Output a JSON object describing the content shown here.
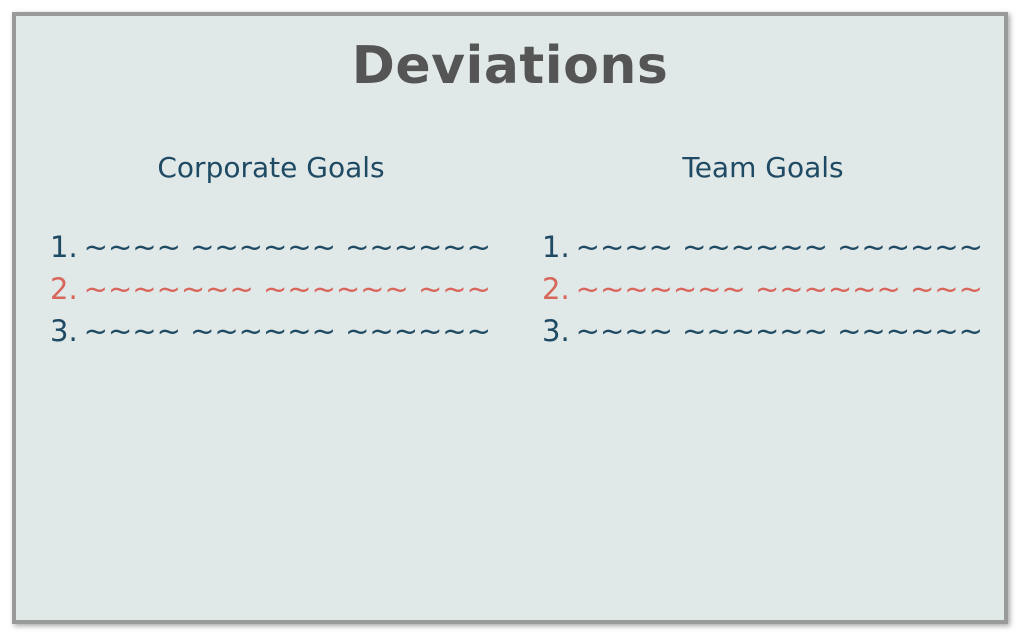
{
  "title": "Deviations",
  "columns": [
    {
      "heading": "Corporate Goals",
      "items": [
        {
          "number": "1.",
          "text": "~~~~ ~~~~~~ ~~~~~~",
          "highlight": false
        },
        {
          "number": "2.",
          "text": "~~~~~~~ ~~~~~~ ~~~",
          "highlight": true
        },
        {
          "number": "3.",
          "text": "~~~~ ~~~~~~ ~~~~~~",
          "highlight": false
        }
      ]
    },
    {
      "heading": "Team Goals",
      "items": [
        {
          "number": "1.",
          "text": "~~~~ ~~~~~~ ~~~~~~",
          "highlight": false
        },
        {
          "number": "2.",
          "text": "~~~~~~~ ~~~~~~ ~~~",
          "highlight": true
        },
        {
          "number": "3.",
          "text": "~~~~ ~~~~~~ ~~~~~~",
          "highlight": false
        }
      ]
    }
  ],
  "colors": {
    "background": "#e1e8e8",
    "title": "#555555",
    "text": "#1f4a63",
    "highlight": "#d9665b",
    "border": "#9a9a9a"
  }
}
